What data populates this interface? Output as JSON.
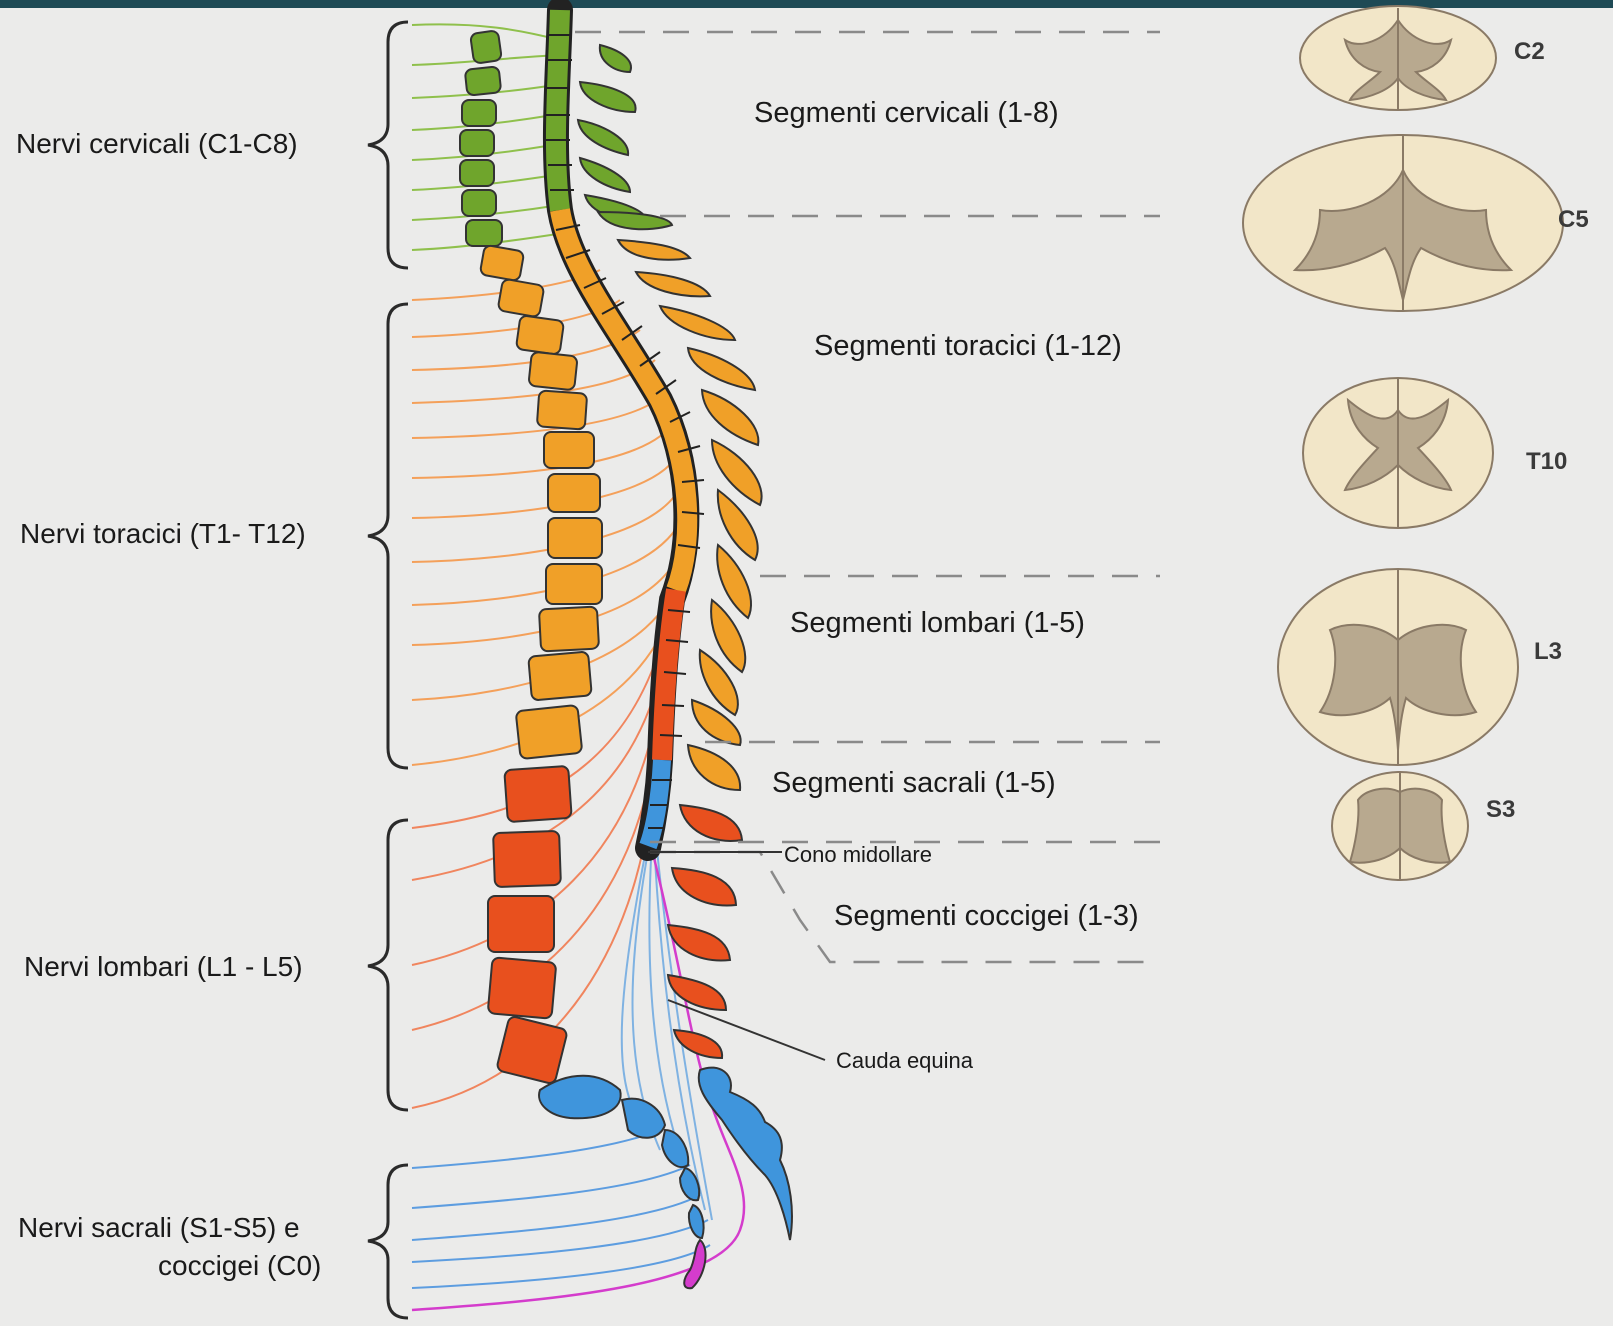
{
  "nerve_groups": {
    "cervical": "Nervi cervicali (C1-C8)",
    "thoracic": "Nervi toracici (T1- T12)",
    "lumbar": "Nervi lombari (L1 - L5)",
    "sacral_line1": "Nervi sacrali (S1-S5) e",
    "sacral_line2": "coccigei (C0)"
  },
  "segments": {
    "cervical": "Segmenti cervicali (1-8)",
    "thoracic": "Segmenti toracici (1-12)",
    "lumbar": "Segmenti lombari (1-5)",
    "sacral": "Segmenti sacrali (1-5)",
    "coccygeal": "Segmenti coccigei (1-3)"
  },
  "annotations": {
    "conus": "Cono midollare",
    "cauda": "Cauda equina"
  },
  "cross_sections": [
    "C2",
    "C5",
    "T10",
    "L3",
    "S3"
  ],
  "colors": {
    "cervical": "#6fa52c",
    "thoracic": "#f0a028",
    "lumbar": "#e8501e",
    "sacral": "#3f95dc",
    "coccygeal": "#d43ccc",
    "white_matter": "#f2e6c8",
    "gray_matter": "#b8a98f"
  }
}
